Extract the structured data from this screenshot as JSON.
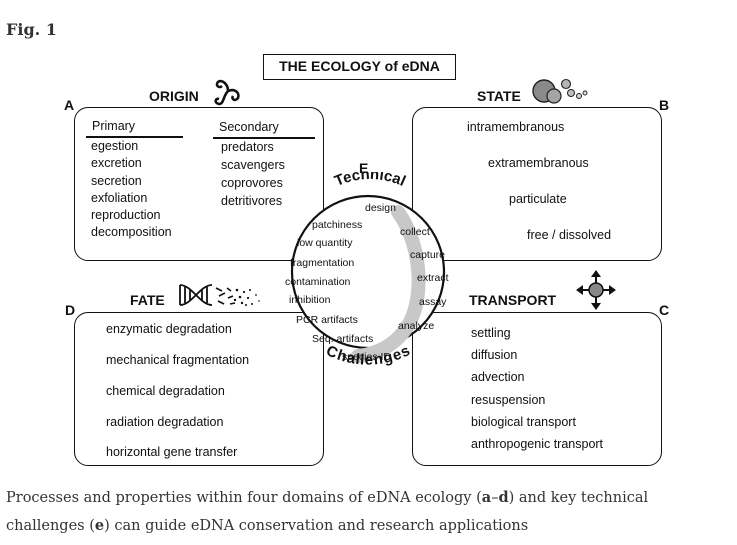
{
  "figure": {
    "label": "Fig. 1",
    "title": "THE ECOLOGY of eDNA",
    "panels": {
      "origin": {
        "letter": "A",
        "heading": "ORIGIN",
        "primary_header": "Primary",
        "primary": [
          "egestion",
          "excretion",
          "secretion",
          "exfoliation",
          "reproduction",
          "decomposition"
        ],
        "secondary_header": "Secondary",
        "secondary": [
          "predators",
          "scavengers",
          "coprovores",
          "detritivores"
        ]
      },
      "state": {
        "letter": "B",
        "heading": "STATE",
        "items": [
          "intramembranous",
          "extramembranous",
          "particulate",
          "free / dissolved"
        ]
      },
      "transport": {
        "letter": "C",
        "heading": "TRANSPORT",
        "items": [
          "settling",
          "diffusion",
          "advection",
          "resuspension",
          "biological transport",
          "anthropogenic transport"
        ]
      },
      "fate": {
        "letter": "D",
        "heading": "FATE",
        "items": [
          "enzymatic degradation",
          "mechanical fragmentation",
          "chemical degradation",
          "radiation degradation",
          "horizontal gene transfer"
        ]
      },
      "technical": {
        "letter": "E",
        "arc_top": "Technical",
        "arc_bottom": "Challenges",
        "left_items": [
          "patchiness",
          "low quantity",
          "fragmentation",
          "contamination",
          "inhibition",
          "PCR artifacts",
          "Seq. artifacts"
        ],
        "right_items": [
          "design",
          "collect",
          "capture",
          "extract",
          "assay",
          "analyze"
        ],
        "bottom_item": "species ID"
      }
    },
    "caption_parts": {
      "p1": "Processes and properties within four domains of eDNA ecology (",
      "a": "a",
      "dash": "–",
      "d": "d",
      "p2": ") and key technical challenges (",
      "e": "e",
      "p3": ") can guide eDNA conservation and research applications"
    }
  }
}
